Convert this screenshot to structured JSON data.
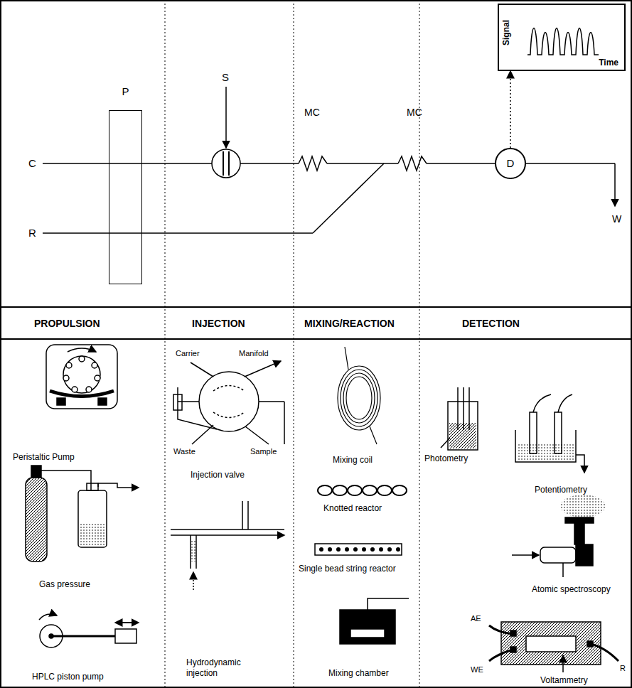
{
  "diagram": {
    "nodes": [
      {
        "text": [
          "P"
        ]
      },
      {
        "text": [
          "D"
        ]
      },
      {
        "text": [
          "Signal",
          "Time"
        ]
      }
    ],
    "edges": [
      {
        "from": 1,
        "to": 2,
        "arrow": "to"
      }
    ],
    "labels": [
      "C",
      "R",
      "S",
      "MC",
      "MC",
      "W",
      "PROPULSION",
      "INJECTION",
      "MIXING/REACTION",
      "DETECTION",
      "Peristaltic Pump",
      "Gas pressure",
      "HPLC piston pump",
      "Carrier",
      "Manifold",
      "Waste",
      "Sample",
      "Injection valve",
      "Hydrodynamic injection",
      "Mixing coil",
      "Knotted reactor",
      "Single bead string reactor",
      "Mixing chamber",
      "Photometry",
      "Potentiometry",
      "Atomic spectroscopy",
      "AE",
      "WE",
      "R",
      "Voltammetry"
    ]
  }
}
